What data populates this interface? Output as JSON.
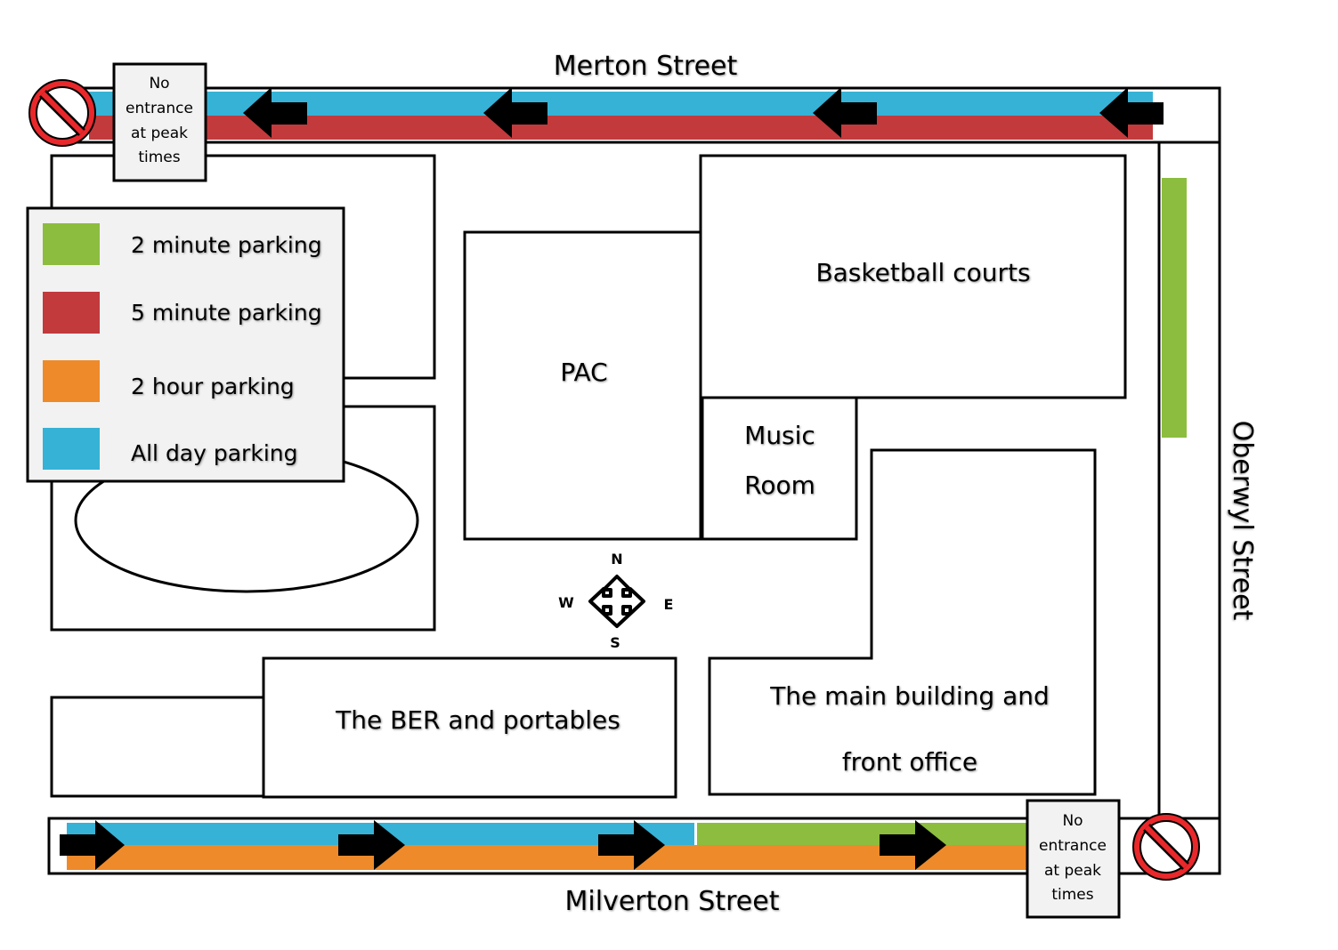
{
  "streets": {
    "north": "Merton Street",
    "south": "Milverton Street",
    "east": "Oberwyl Street"
  },
  "no_entrance_sign": [
    "No",
    "entrance",
    "at peak",
    "times"
  ],
  "legend": [
    {
      "label": "2 minute parking",
      "color": "#8cbd3f"
    },
    {
      "label": "5 minute parking",
      "color": "#c23a3c"
    },
    {
      "label": "2 hour parking",
      "color": "#ee8a2a"
    },
    {
      "label": "All day parking",
      "color": "#36b2d6"
    }
  ],
  "buildings": {
    "pac": "PAC",
    "basketball": "Basketball courts",
    "music": [
      "Music",
      "Room"
    ],
    "main": [
      "The main building and",
      "front office"
    ],
    "ber": "The BER and portables"
  },
  "compass": {
    "n": "N",
    "s": "S",
    "e": "E",
    "w": "W"
  },
  "traffic_direction": {
    "merton": "west",
    "milverton": "east"
  }
}
